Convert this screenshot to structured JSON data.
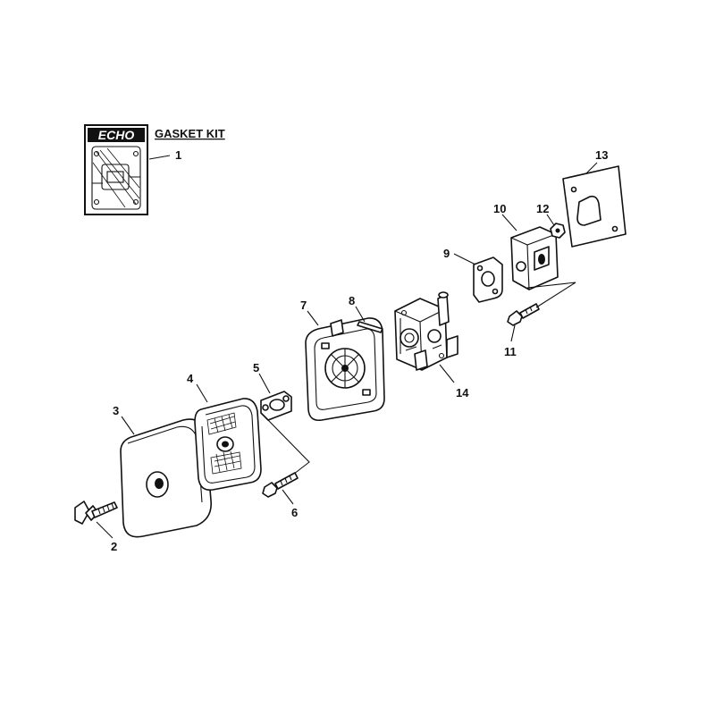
{
  "gasket_kit": {
    "brand": "ECHO",
    "title": "GASKET KIT",
    "callout": "1"
  },
  "callouts": {
    "p2": "2",
    "p3": "3",
    "p4": "4",
    "p5": "5",
    "p6": "6",
    "p7": "7",
    "p8": "8",
    "p9": "9",
    "p10": "10",
    "p11": "11",
    "p12": "12",
    "p13": "13",
    "p14": "14"
  },
  "colors": {
    "line": "#111111",
    "background": "#ffffff"
  }
}
